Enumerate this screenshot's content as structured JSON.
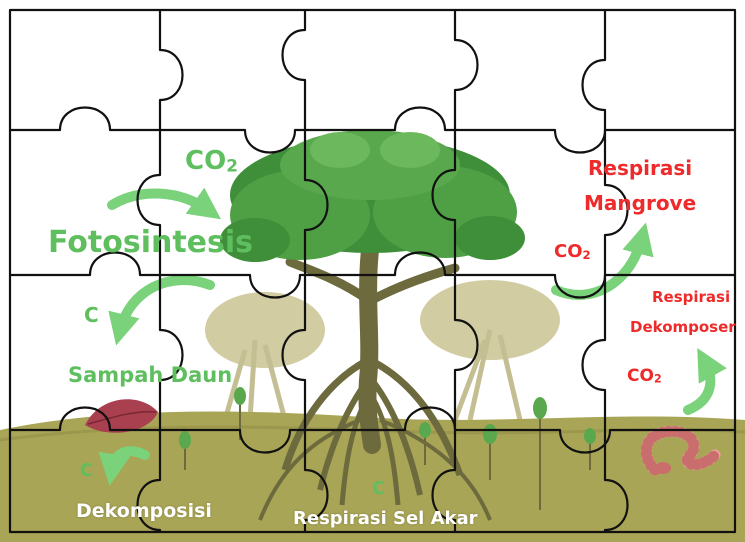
{
  "puzzle": {
    "rows": 4,
    "cols": 5,
    "piece_count": 20
  },
  "labels": {
    "co2_top": {
      "main": "CO",
      "sub": "2"
    },
    "fotosintesis": "Fotosintesis",
    "c_left": "C",
    "sampah_daun": "Sampah Daun",
    "c_bottom": "C",
    "dekomposisi": "Dekomposisi",
    "c_center": "C",
    "respirasi_sel_akar": "Respirasi Sel Akar",
    "respirasi_mangrove_line1": "Respirasi",
    "respirasi_mangrove_line2": "Mangrove",
    "co2_right": {
      "main": "CO",
      "sub": "2"
    },
    "respirasi_dekomposer_line1": "Respirasi",
    "respirasi_dekomposer_line2": "Dekomposer",
    "co2_lower_right": {
      "main": "CO",
      "sub": "2"
    }
  },
  "colors": {
    "green_text": "#5fbf5f",
    "red_text": "#ee2a2a",
    "arrow_green": "#7ad27a",
    "soil": "#a9a556",
    "tree_foliage": "#3f8f3a",
    "grid_line": "#111111"
  },
  "icons": {
    "leaf": "fallen-leaf-icon",
    "worm": "earthworm-icon"
  }
}
